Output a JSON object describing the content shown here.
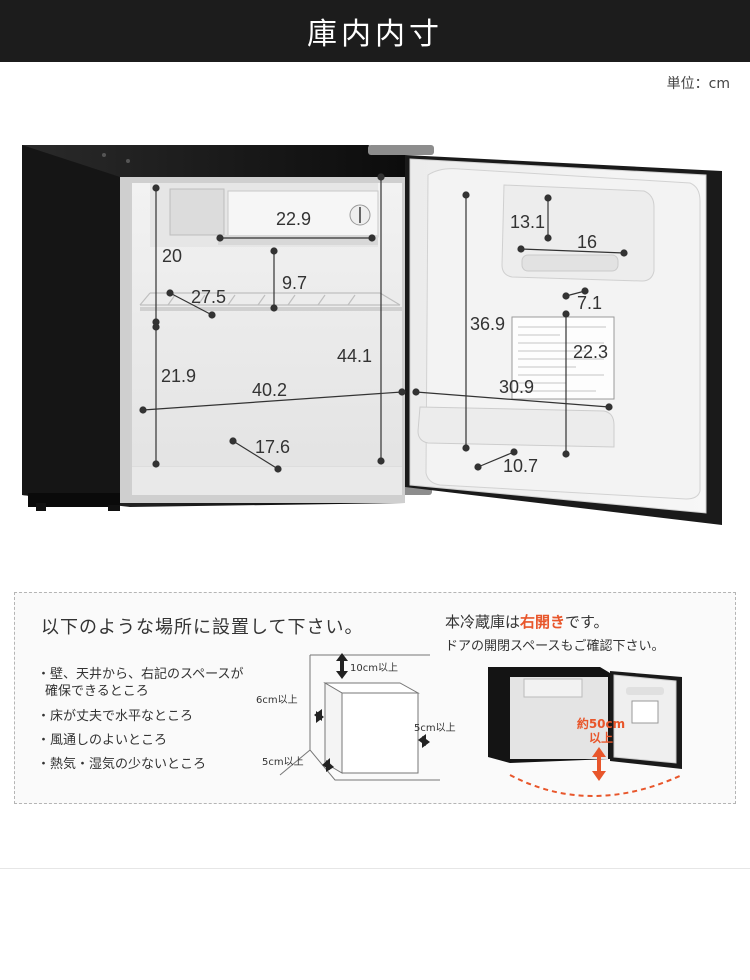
{
  "header": {
    "title": "庫内内寸"
  },
  "unit": "単位：cm",
  "dimensions": {
    "freezer_width": "22.9",
    "freezer_height": "20",
    "shelf_depth": "27.5",
    "shelf_gap": "9.7",
    "lower_height": "21.9",
    "total_height": "44.1",
    "width": "40.2",
    "floor_depth": "17.6",
    "door_height": "36.9",
    "door_top_pocket": "13.1",
    "door_pocket_width": "16",
    "door_pocket_depth": "7.1",
    "door_mid_height": "22.3",
    "door_width": "30.9",
    "door_bottom_depth": "10.7"
  },
  "install": {
    "heading": "以下のような場所に設置して下さい。",
    "conditions": [
      "・壁、天井から、右記のスペースが",
      "確保できるところ",
      "・床が丈夫で水平なところ",
      "・風通しのよいところ",
      "・熱気・湿気の少ないところ"
    ],
    "clearance": {
      "top": "10cm以上",
      "back": "6cm以上",
      "side": "5cm以上",
      "front": "5cm以上"
    }
  },
  "door": {
    "heading_pre": "本冷蔵庫は",
    "heading_accent": "右開き",
    "heading_post": "です。",
    "sub": "ドアの開閉スペースもご確認下さい。",
    "space_line1": "約50cm",
    "space_line2": "以上",
    "accent_color": "#e8562b"
  }
}
